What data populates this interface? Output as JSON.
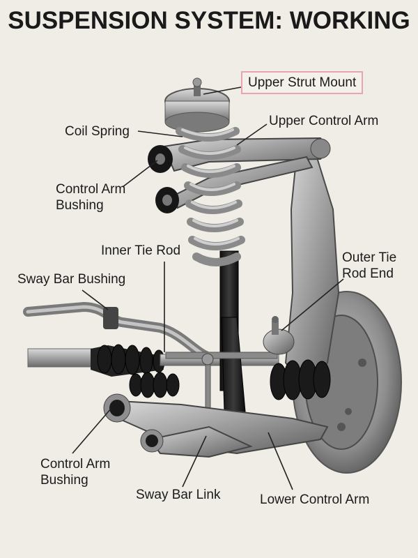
{
  "title": "SUSPENSION SYSTEM: WORKING",
  "labels": {
    "upper_strut_mount": "Upper Strut Mount",
    "coil_spring": "Coil Spring",
    "upper_control_arm": "Upper Control Arm",
    "control_arm_bushing_upper": "Control Arm\nBushing",
    "inner_tie_rod": "Inner Tie Rod",
    "outer_tie_rod_end": "Outer Tie\nRod End",
    "sway_bar_bushing": "Sway Bar Bushing",
    "control_arm_bushing_lower": "Control Arm\nBushing",
    "sway_bar_link": "Sway Bar Link",
    "lower_control_arm": "Lower Control Arm"
  },
  "colors": {
    "background": "#efede6",
    "metal": "#9a9a9a",
    "dark_metal": "#3a3a3a",
    "highlight_border": "#e8a3b6"
  }
}
